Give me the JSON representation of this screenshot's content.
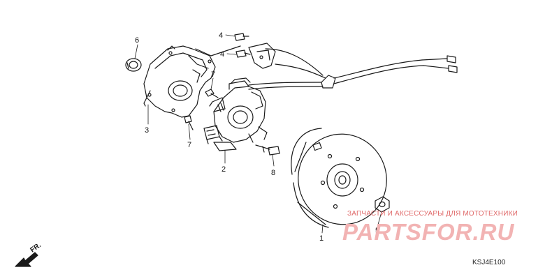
{
  "callouts": {
    "c1": "1",
    "c2": "2",
    "c3": "3",
    "c4a": "4",
    "c4b": "4",
    "c5": "5",
    "c6": "6",
    "c7a": "7",
    "c7b": "7",
    "c8": "8"
  },
  "direction_label": "FR.",
  "diagram_code": "KSJ4E100",
  "watermark": {
    "tagline": "ЗАПЧАСТИ И АКСЕССУАРЫ ДЛЯ МОТОТЕХНИКИ",
    "logo": "PARTSFOR.RU"
  },
  "colors": {
    "line": "#1a1a1a",
    "watermark_text": "#e06a6a",
    "watermark_logo": "#f2b3b3"
  }
}
